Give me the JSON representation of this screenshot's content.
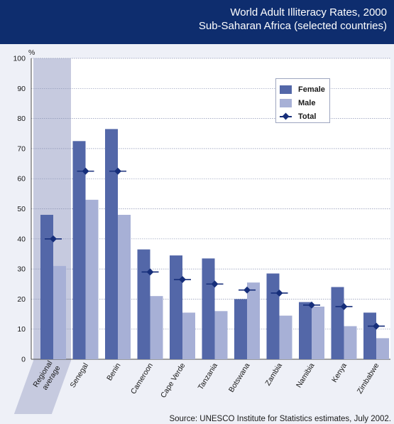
{
  "header": {
    "title_line1": "World Adult Illiteracy Rates, 2000",
    "title_line2": "Sub-Saharan Africa (selected countries)"
  },
  "source": "Source: UNESCO Institute for Statistics estimates, July 2002.",
  "colors": {
    "header_bg": "#0e2d6e",
    "plot_bg": "#ffffff",
    "page_bg": "#eef0f7",
    "highlight_band": "#c6cadf",
    "female": "#5367a8",
    "male": "#a7b0d6",
    "total": "#162e7a"
  },
  "legend": {
    "female": "Female",
    "male": "Male",
    "total": "Total"
  },
  "chart_data": {
    "type": "bar",
    "ylabel": "%",
    "ylim": [
      0,
      100
    ],
    "yticks": [
      0,
      10,
      20,
      30,
      40,
      50,
      60,
      70,
      80,
      90,
      100
    ],
    "grid": true,
    "legend_position": "top-right",
    "categories": [
      [
        "Regional",
        "average"
      ],
      [
        "Senegal"
      ],
      [
        "Benin"
      ],
      [
        "Cameroon"
      ],
      [
        "Cape Verde"
      ],
      [
        "Tanzania"
      ],
      [
        "Botswana"
      ],
      [
        "Zambia"
      ],
      [
        "Namibia"
      ],
      [
        "Kenya"
      ],
      [
        "Zimbabwe"
      ]
    ],
    "series": [
      {
        "name": "Female",
        "kind": "bar",
        "values": [
          48,
          72.5,
          76.5,
          36.5,
          34.5,
          33.5,
          20,
          28.5,
          19,
          24,
          15.5
        ]
      },
      {
        "name": "Male",
        "kind": "bar",
        "values": [
          31,
          53,
          48,
          21,
          15.5,
          16,
          25.5,
          14.5,
          17.5,
          11,
          7
        ]
      },
      {
        "name": "Total",
        "kind": "marker",
        "values": [
          40,
          62.5,
          62.5,
          29,
          26.5,
          25,
          23,
          22,
          18,
          17.5,
          11
        ]
      }
    ]
  }
}
